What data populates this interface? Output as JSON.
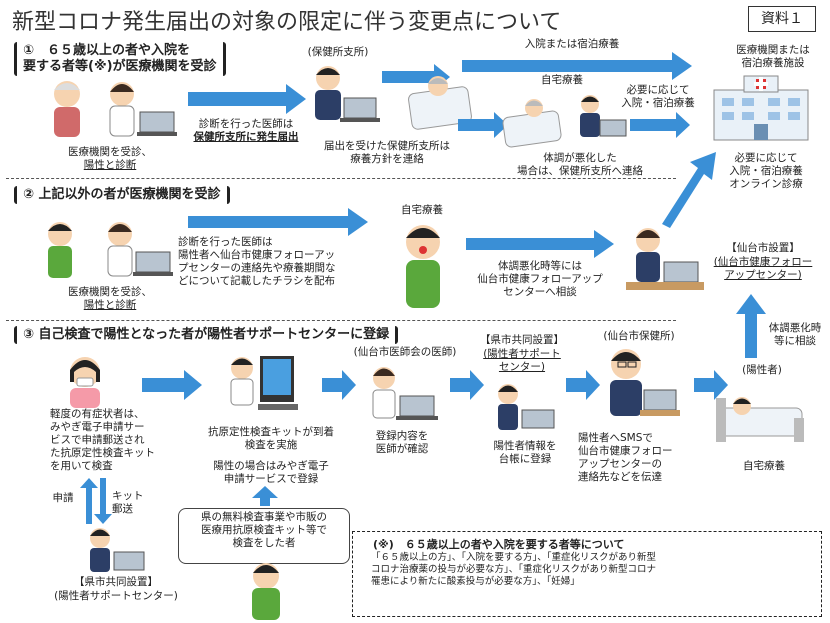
{
  "title": "新型コロナ発生届出の対象の限定に伴う変更点について",
  "badge": "資料１",
  "section1": {
    "heading": "①　６５歳以上の者や入院を\n要する者等(※)が医療機関を受診",
    "patient_caption_a": "医療機関を受診、",
    "patient_caption_b": "陽性と診断",
    "doctor_note_a": "診断を行った医師は",
    "doctor_note_b": "保健所支所に発生届出",
    "hc_label": "(保健所支所)",
    "hc_caption": "届出を受けた保健所支所は\n療養方針を連絡",
    "top_arrow_label": "入院または宿泊療養",
    "home_label": "自宅療養",
    "as_needed": "必要に応じて\n入院・宿泊療養",
    "worse_note": "体調が悪化した\n場合は、保健所支所へ連絡",
    "hospital_label": "医療機関または\n宿泊療養施設",
    "online_label": "必要に応じて\n入院・宿泊療養\nオンライン診療"
  },
  "section2": {
    "heading": "② 上記以外の者が医療機関を受診",
    "caption_a": "医療機関を受診、",
    "caption_b": "陽性と診断",
    "doctor_note": "診断を行った医師は\n陽性者へ仙台市健康フォローアッ\nプセンターの連絡先や療養期間な\nどについて記載したチラシを配布",
    "home_label": "自宅療養",
    "worse_note": "体調悪化時等には\n仙台市健康フォローアップ\nセンターへ相談",
    "center_label_a": "【仙台市設置】",
    "center_label_b": "(仙台市健康フォロー\nアップセンター)"
  },
  "section3": {
    "heading": "③ 自己検査で陽性となった者が陽性者サポートセンターに登録",
    "self_note": "軽度の有症状者は、\nみやぎ電子申請サー\nビスで申請郵送され\nた抗原定性検査キット\nを用いて検査",
    "kit_note": "抗原定性検査キットが到着\n検査を実施",
    "register_note": "陽性の場合はみやぎ電子\n申請サービスで登録",
    "free_test_note": "県の無料検査事業や市販の\n医療用抗原検査キット等で\n検査をした者",
    "apply_label": "申請",
    "kit_send_label": "キット\n郵送",
    "support_label_a": "【県市共同設置】",
    "support_label_b": "(陽性者サポートセンター)",
    "med_assoc_label": "(仙台市医師会の医師)",
    "med_check": "登録内容を\n医師が確認",
    "joint_label_a": "【県市共同設置】",
    "joint_label_b": "(陽性者サポート\nセンター)",
    "ledger_note": "陽性者情報を\n台帳に登録",
    "city_hc_label": "(仙台市保健所)",
    "sms_note": "陽性者へSMSで\n仙台市健康フォロー\nアップセンターの\n連絡先などを伝達",
    "positive_label": "(陽性者)",
    "home_label": "自宅療養",
    "consult_label": "体調悪化時\n等に相談"
  },
  "note": {
    "heading": "(※)　６５歳以上の者や入院を要する者等について",
    "body": "「６５歳以上の方」、「入院を要する方」、「重症化リスクがあり新型\nコロナ治療薬の投与が必要な方」、「重症化リスクがあり新型コロナ\n罹患により新たに酸素投与が必要な方」、「妊婦」"
  },
  "colors": {
    "arrow": "#3a8fd6",
    "skin": "#f6d3b0",
    "suit": "#2c3e66",
    "shirt_green": "#5aa83c"
  }
}
